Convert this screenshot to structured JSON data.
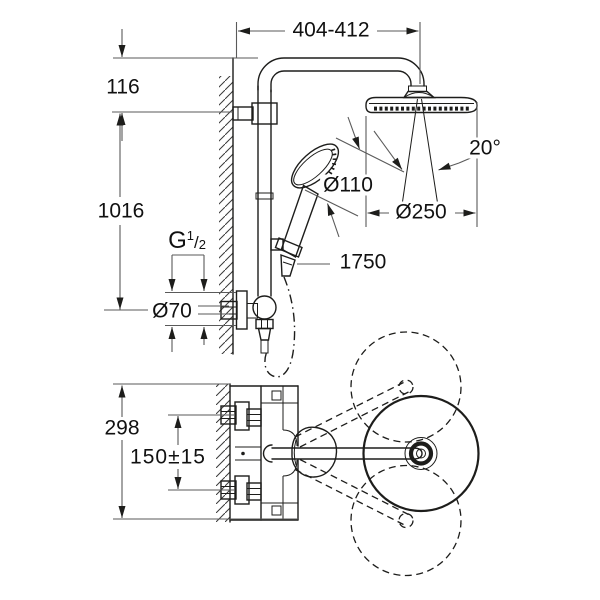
{
  "drawing": {
    "title": "shower-system-dimension-drawing",
    "dims": {
      "arm_reach": "404-412",
      "arm_offset": "116",
      "rail_height": "1016",
      "supply_escutcheon_diameter": "Ø70",
      "hose_length": "1750",
      "hand_shower_diameter": "Ø110",
      "spray_angle": "20°",
      "head_diameter": "Ø250",
      "mixer_height": "298",
      "connection_spacing": "150±15",
      "thread": {
        "base": "G",
        "numerator": "1",
        "slash": "/",
        "denominator": "2"
      }
    },
    "colors": {
      "line": "#1d1d1b",
      "dim": "#5a5a5a",
      "background": "#ffffff",
      "text": "#111111"
    }
  }
}
